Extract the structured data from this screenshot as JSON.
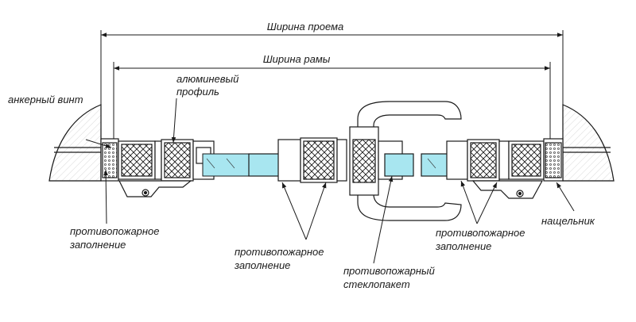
{
  "dimensions": {
    "opening_width": "Ширина проема",
    "frame_width": "Ширина рамы"
  },
  "labels": {
    "anchor_screw": "анкерный винт",
    "aluminum_profile_1": "алюминевый",
    "aluminum_profile_2": "профиль",
    "fire_fill_left_1": "противопожарное",
    "fire_fill_left_2": "заполнение",
    "fire_fill_center_1": "противопожарное",
    "fire_fill_center_2": "заполнение",
    "fire_glass_1": "противопожарный",
    "fire_glass_2": "стеклопакет",
    "fire_fill_right_1": "противопожарное",
    "fire_fill_right_2": "заполнение",
    "strike_plate": "нащельник"
  },
  "colors": {
    "line": "#1a1a1a",
    "glass": "#a8e6f0",
    "wall_fill": "#ffffff"
  }
}
